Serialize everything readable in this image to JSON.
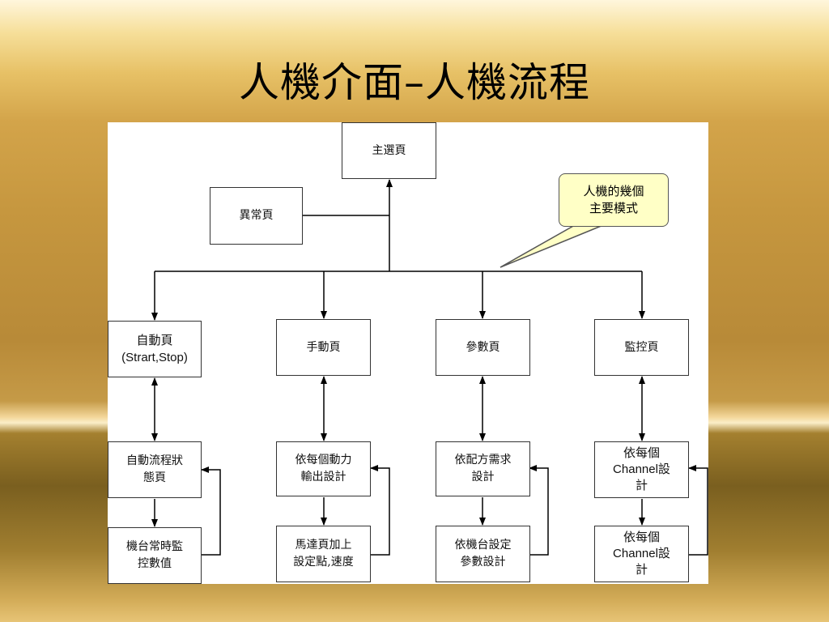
{
  "title": "人機介面–人機流程",
  "callout": "人機的幾個\n主要模式",
  "nodes": {
    "main": "主選頁",
    "abnormal": "異常頁",
    "auto": "自動頁\n(Strart,Stop)",
    "manual": "手動頁",
    "param": "參數頁",
    "monitor": "監控頁",
    "auto_flow": "自動流程狀\n態頁",
    "auto_data": "機台常時監\n控數值",
    "manual_out": "依每個動力\n輸出設計",
    "manual_motor": "馬達頁加上\n設定點,速度",
    "param_recipe": "依配方需求\n設計",
    "param_machine": "依機台設定\n參數設計",
    "monitor_ch1": "依每個\nChannel設\n計",
    "monitor_ch2": "依每個\nChannel設\n計"
  }
}
